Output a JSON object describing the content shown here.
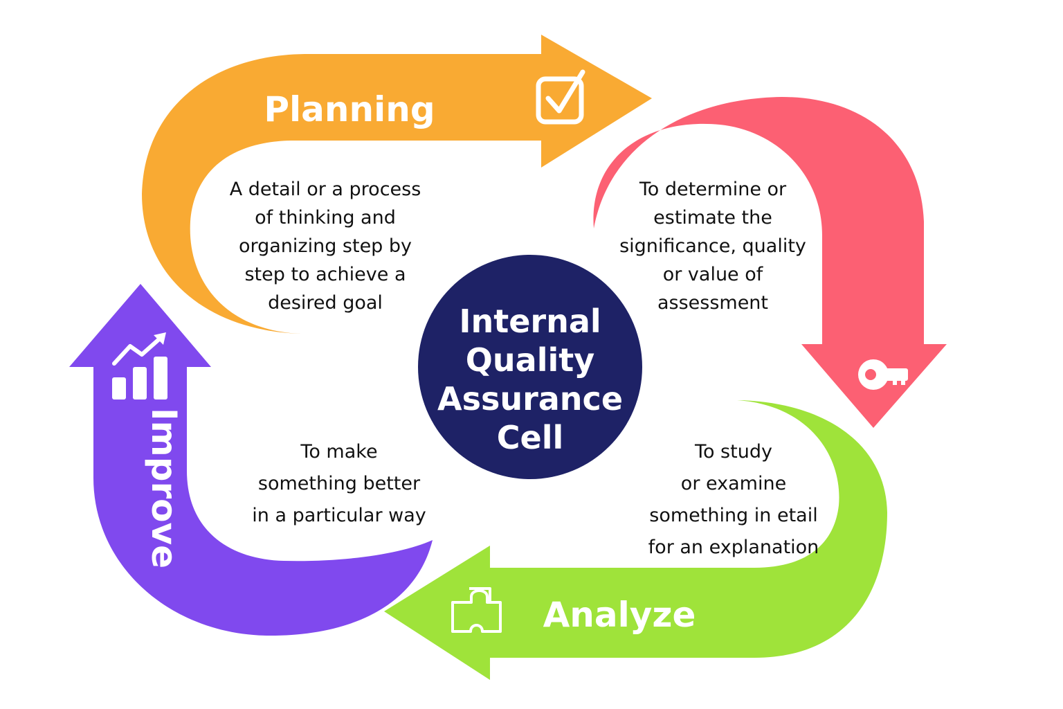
{
  "center": {
    "lines": [
      "Internal",
      "Quality",
      "Assurance",
      "Cell"
    ],
    "fill": "#1e2266"
  },
  "stages": {
    "planning": {
      "title": "Planning",
      "color": "#f9aa33",
      "icon": "checkbox-check-icon",
      "description": [
        "A detail or a process",
        "of thinking and",
        "organizing step by",
        "step to achieve a",
        "desired goal"
      ]
    },
    "evaluate": {
      "color": "#fc6073",
      "icon": "key-icon",
      "description": [
        "To determine or",
        "estimate the",
        "significance, quality",
        "or value of",
        "assessment"
      ]
    },
    "analyze": {
      "title": "Analyze",
      "color": "#9fe33a",
      "icon": "puzzle-icon",
      "description": [
        "To study",
        "or examine",
        "something in etail",
        "for an explanation"
      ]
    },
    "improve": {
      "title": "Improve",
      "color": "#8049ee",
      "icon": "growth-chart-icon",
      "description": [
        "To make",
        "something better",
        "in a particular way"
      ]
    }
  }
}
